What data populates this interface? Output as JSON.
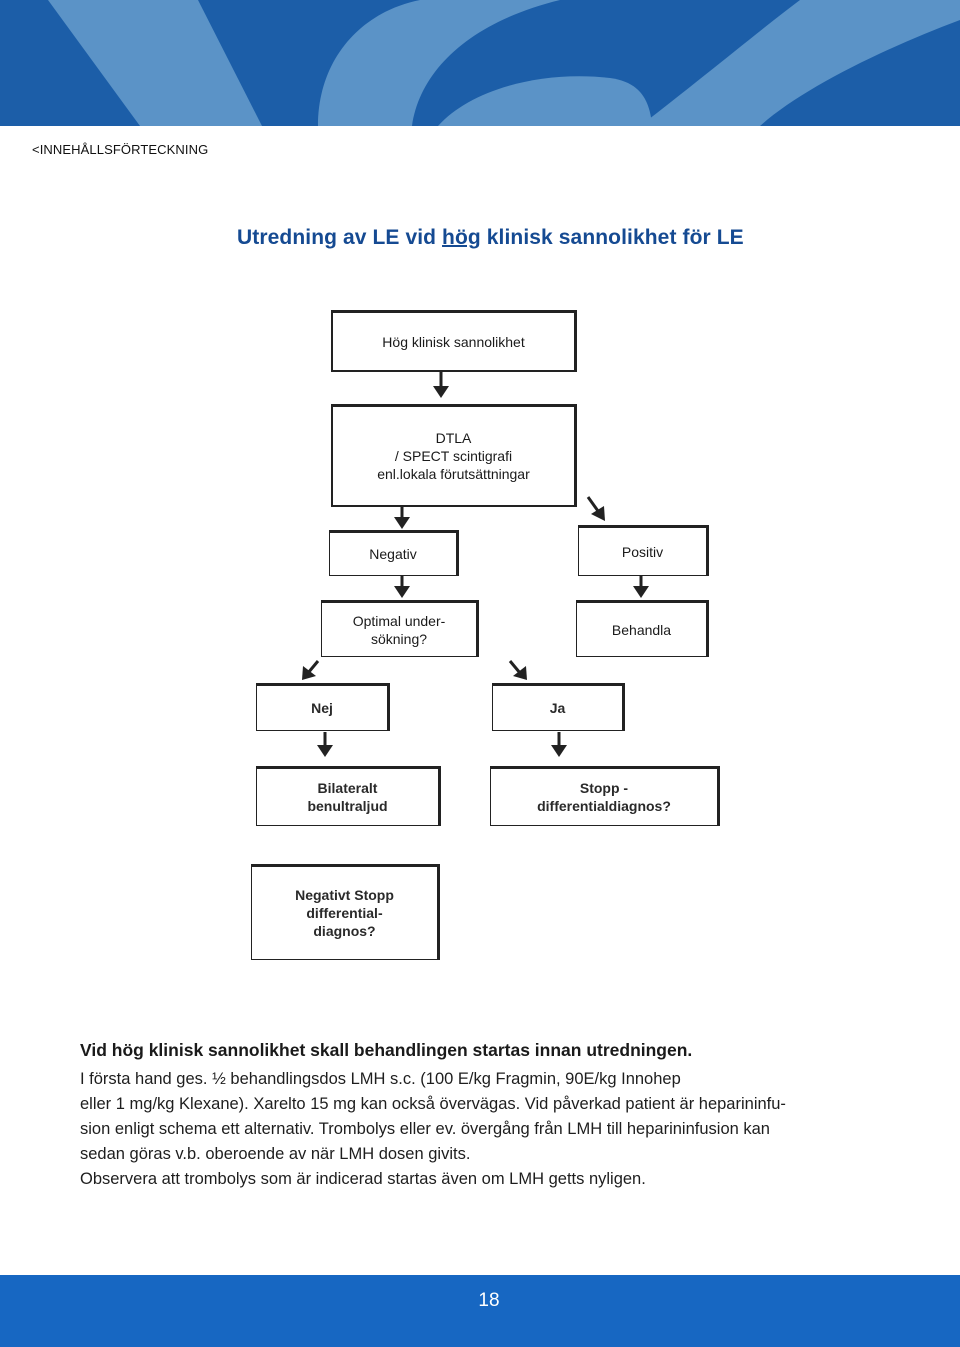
{
  "header": {
    "toc_link": "<INNEHÅLLSFÖRTECKNING",
    "colors": {
      "banner_dark": "#1c5ea8",
      "banner_light": "#5b93c7"
    }
  },
  "title": {
    "before": "Utredning av  LE vid ",
    "underlined": "hög",
    "after": " klinisk sannolikhet för LE",
    "color": "#154a92"
  },
  "flowchart": {
    "high_probability": "Hög klinisk sannolikhet",
    "dtla": "DTLA\n/ SPECT scintigrafi\nenl.lokala förutsättningar",
    "negative": "Negativ",
    "positive": "Positiv",
    "optimal_exam": "Optimal under-\nsökning?",
    "treat": "Behandla",
    "no": "Nej",
    "yes": "Ja",
    "bilateral_ultrasound": "Bilateralt\nbenultraljud",
    "stop_diff": "Stopp -\ndifferentialdiagnos?",
    "negative_stop": "Negativt  Stopp \ndifferential-\ndiagnos?"
  },
  "body": {
    "lead": "Vid hög klinisk sannolikhet skall behandlingen startas innan utredningen.",
    "lines": [
      "I första hand ges. ½ behandlingsdos LMH s.c. (100 E/kg Fragmin, 90E/kg Innohep",
      "eller 1 mg/kg Klexane). Xarelto 15 mg kan också övervägas. Vid påverkad patient är heparininfu-",
      "sion enligt schema ett alternativ. Trombolys eller ev. övergång från LMH till heparininfusion kan",
      "sedan göras v.b. oberoende av när LMH dosen givits.",
      "Observera att trombolys som är indicerad startas även om LMH getts nyligen."
    ]
  },
  "footer": {
    "page_number": "18",
    "color": "#1767c2"
  }
}
